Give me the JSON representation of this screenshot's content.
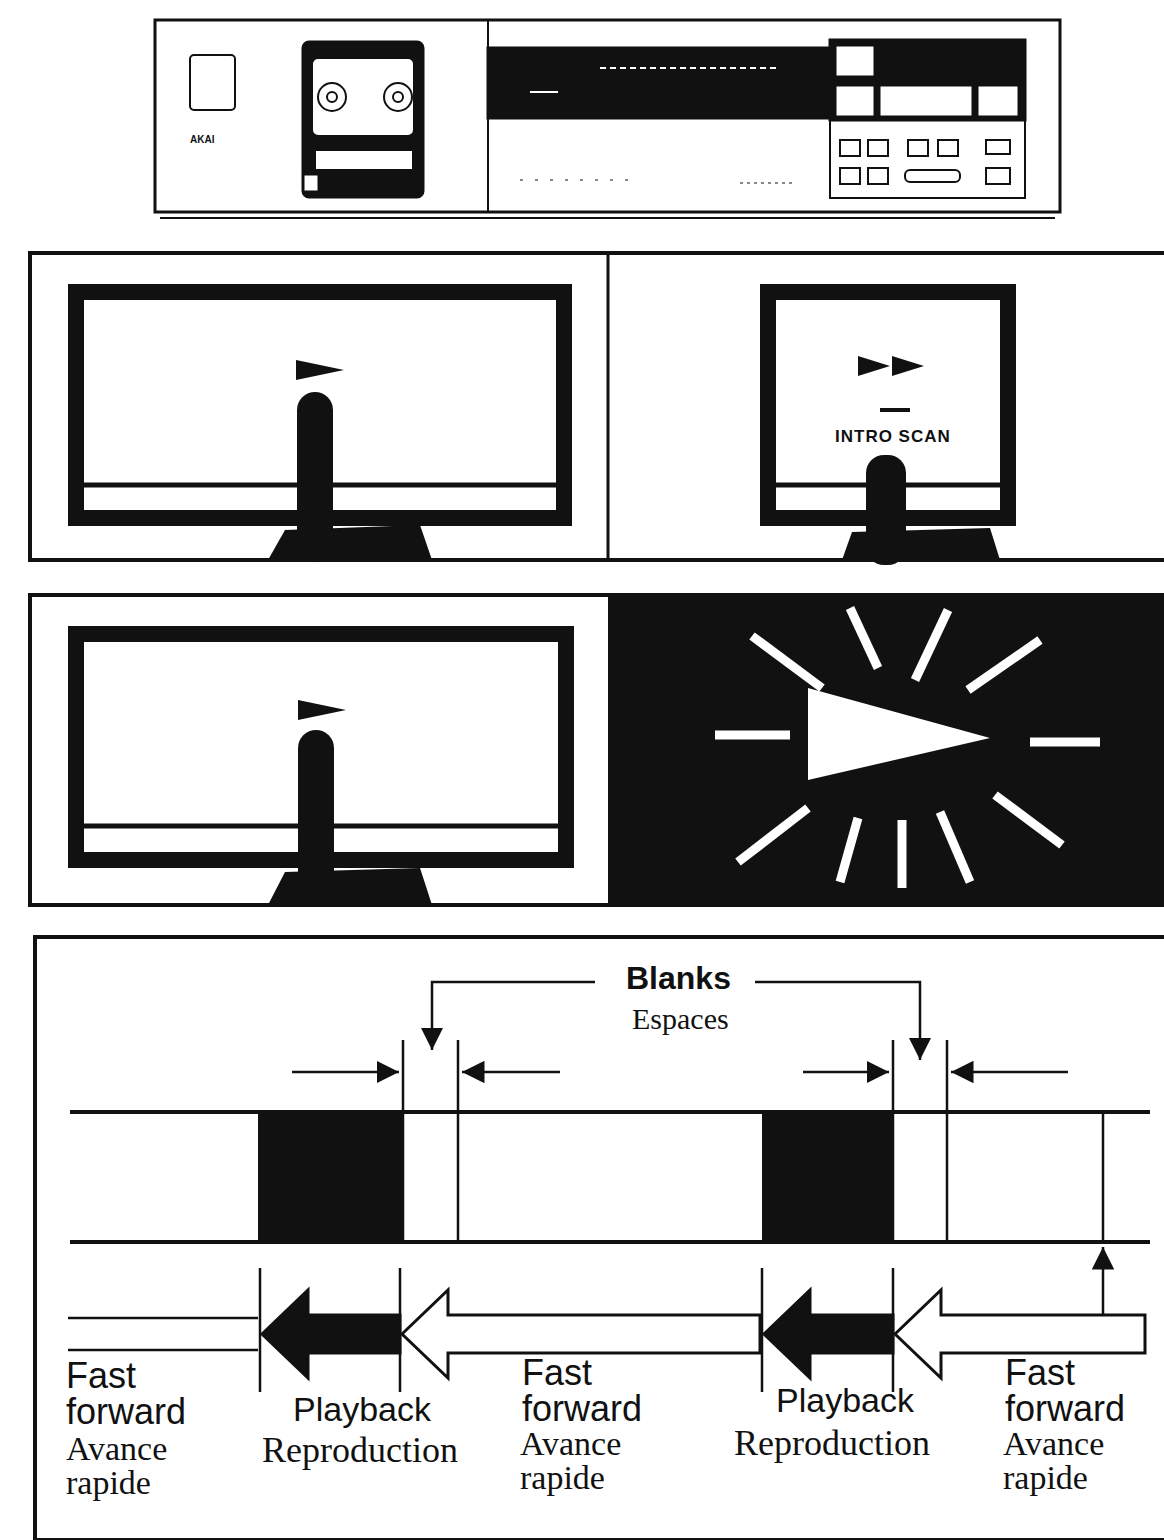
{
  "diagram": {
    "labels": [
      "AKAI",
      "INTRO SCAN",
      "Blanks",
      "Espaces",
      "Fast forward",
      "Avance rapide",
      "Playback",
      "Reproduction",
      "Fast forward",
      "Avance rapide",
      "Playback",
      "Reproduction",
      "Fast forward",
      "Avance rapide"
    ]
  }
}
